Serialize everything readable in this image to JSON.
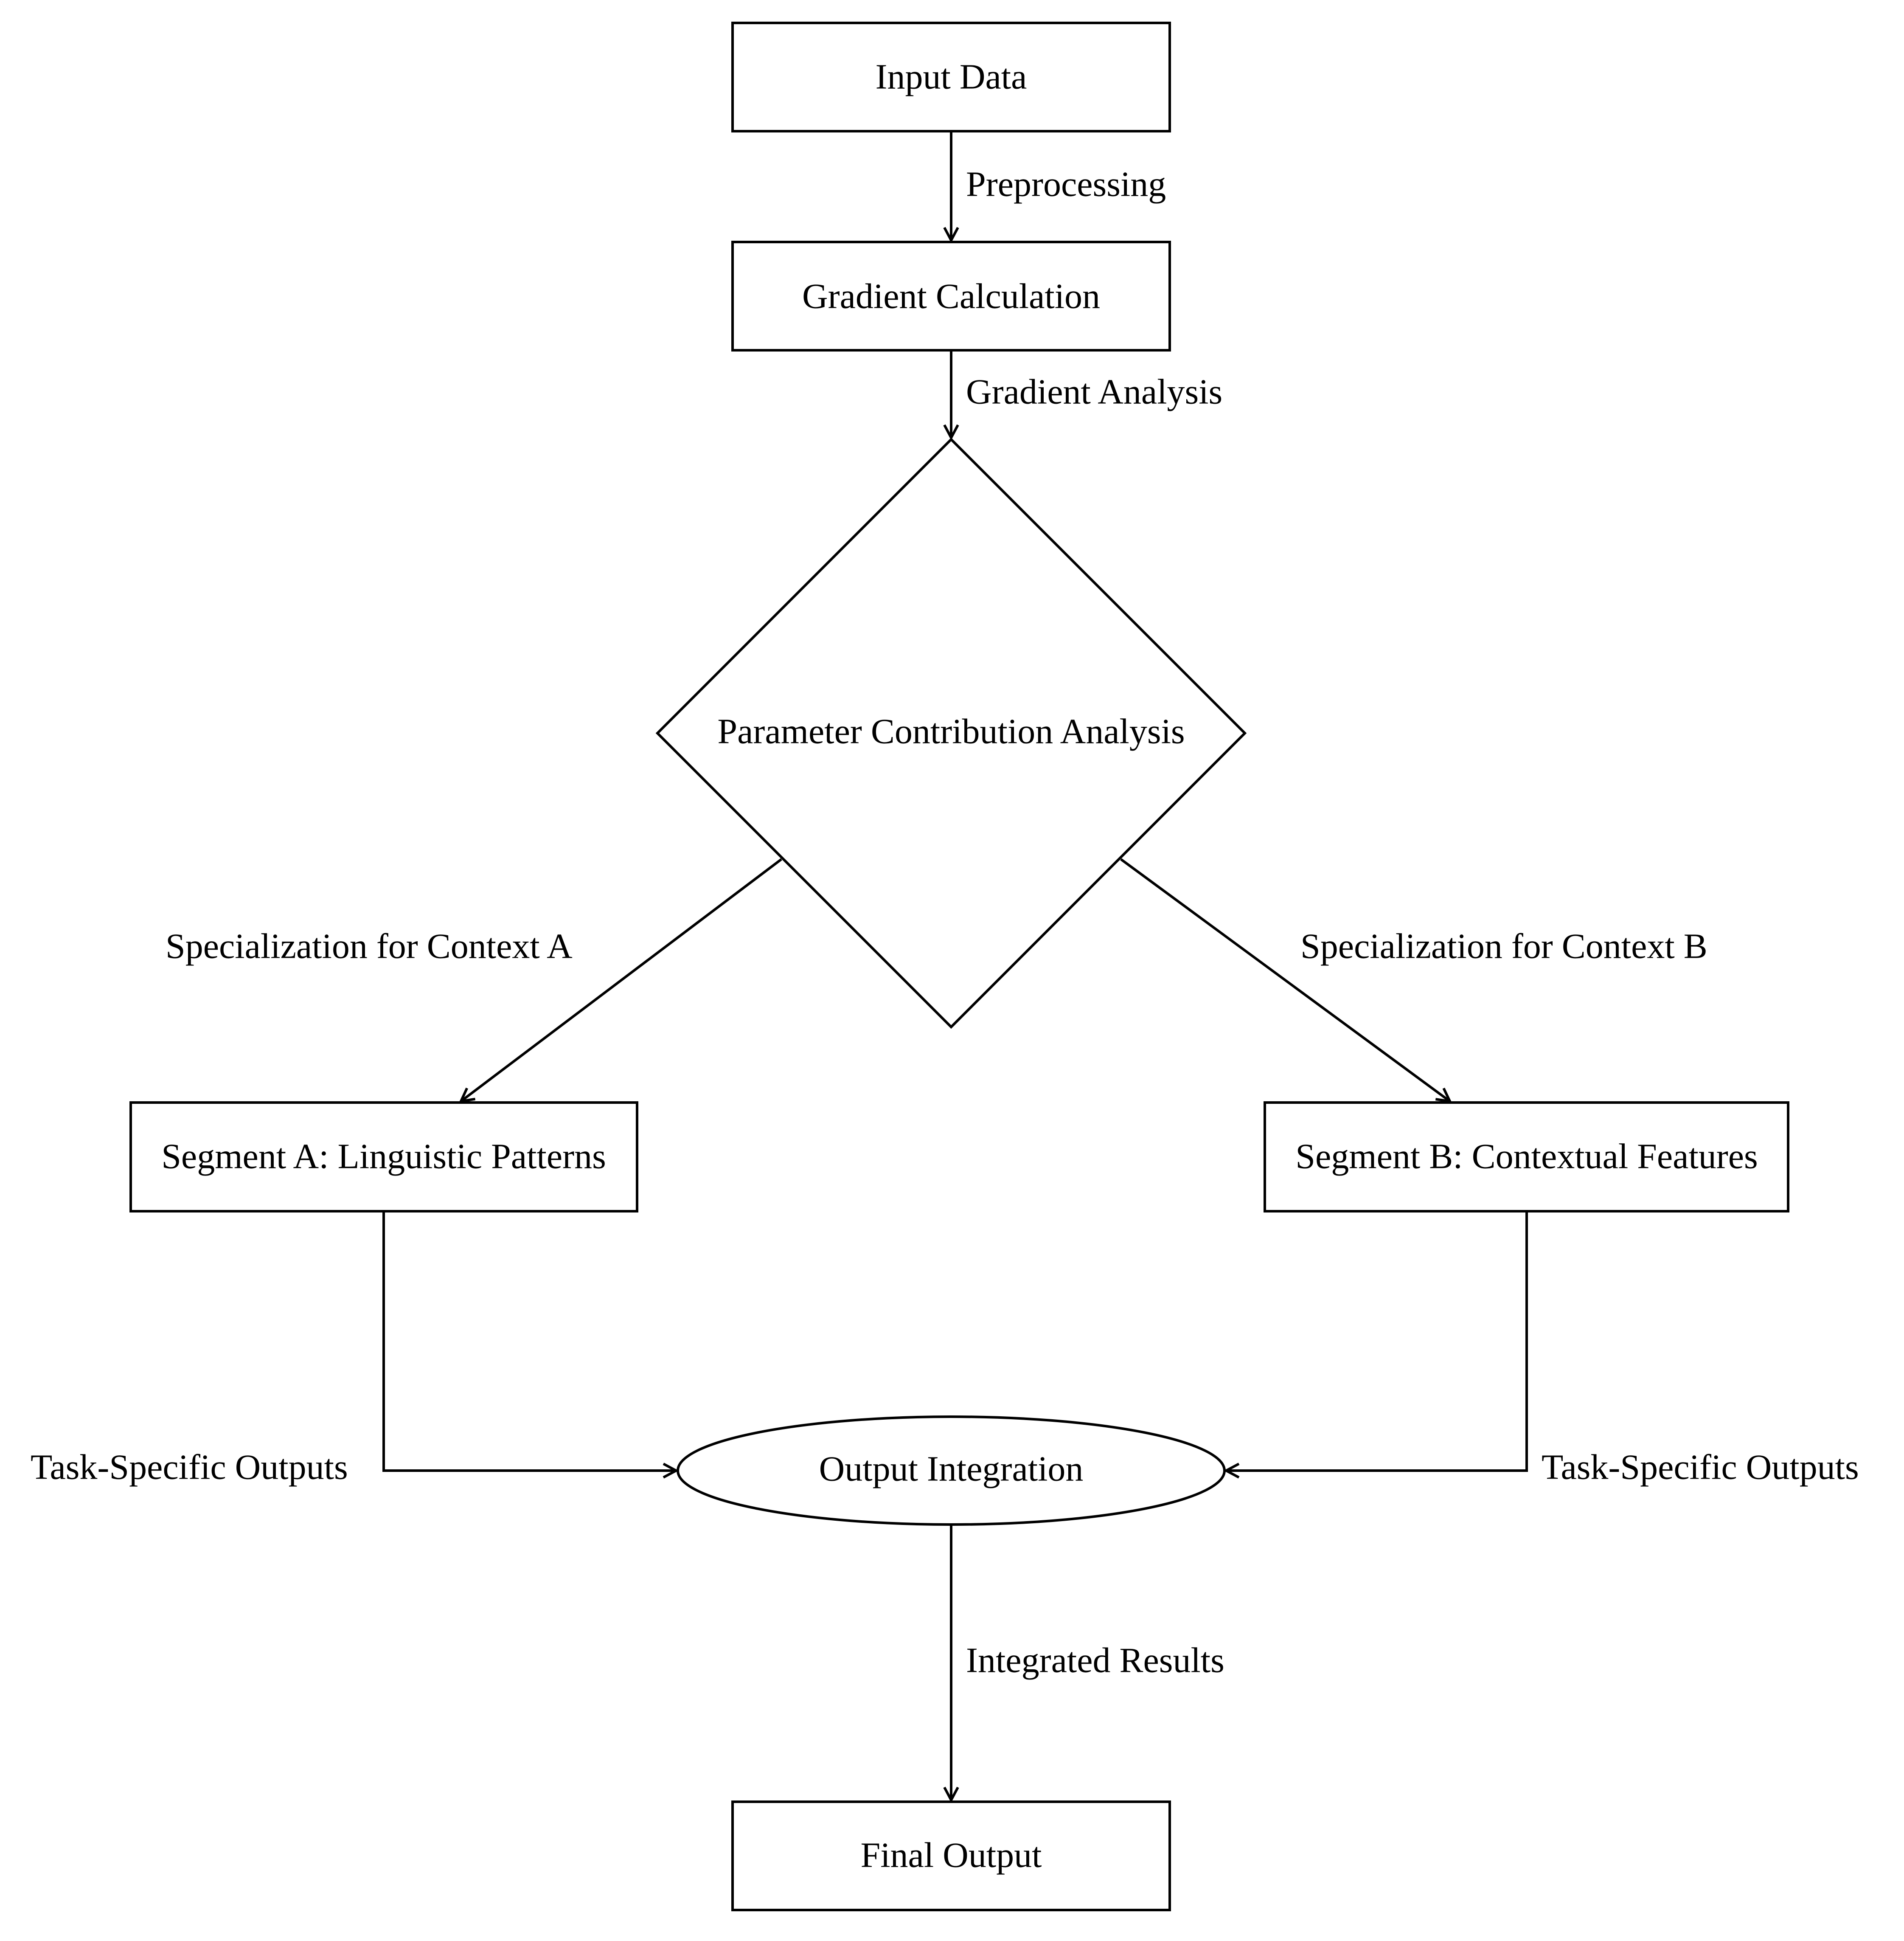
{
  "diagram": {
    "nodes": {
      "input_data": "Input Data",
      "gradient_calculation": "Gradient Calculation",
      "parameter_contribution_analysis": "Parameter Contribution Analysis",
      "segment_a": "Segment A: Linguistic Patterns",
      "segment_b": "Segment B: Contextual Features",
      "output_integration": "Output Integration",
      "final_output": "Final Output"
    },
    "edges": {
      "preprocessing": "Preprocessing",
      "gradient_analysis": "Gradient Analysis",
      "specialization_a": "Specialization for Context A",
      "specialization_b": "Specialization for Context B",
      "task_outputs_left": "Task-Specific Outputs",
      "task_outputs_right": "Task-Specific Outputs",
      "integrated_results": "Integrated Results"
    }
  }
}
